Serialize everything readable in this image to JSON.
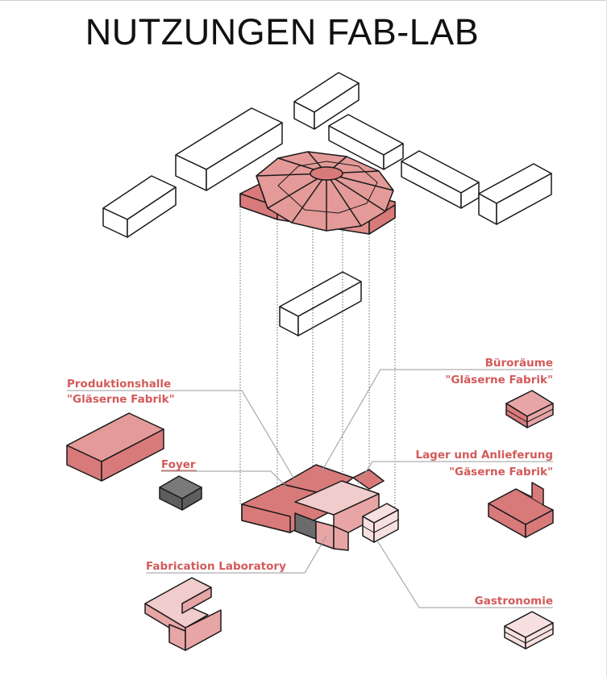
{
  "title": "NUTZUNGEN FAB-LAB",
  "colors": {
    "accent_text": "#d35a5a",
    "pink_dark": "#d97a7a",
    "pink_mid": "#e8a5a5",
    "pink_light": "#f1cccc",
    "pink_pale": "#f8e0e0",
    "foyer_grey": "#6b6b6b",
    "outline": "#1a1a1a",
    "leader_line": "#9a9a9a"
  },
  "labels": {
    "produktionshalle": {
      "line1": "Produktionshalle",
      "line2": "\"Gläserne Fabrik\""
    },
    "foyer": {
      "line1": "Foyer"
    },
    "fablab": {
      "line1": "Fabrication Laboratory"
    },
    "bueroraeume": {
      "line1": "Büroräume",
      "line2": "\"Gläserne Fabrik\""
    },
    "lager": {
      "line1": "Lager und Anlieferung",
      "line2": "\"Gäserne Fabrik\""
    },
    "gastronomie": {
      "line1": "Gastronomie"
    }
  }
}
